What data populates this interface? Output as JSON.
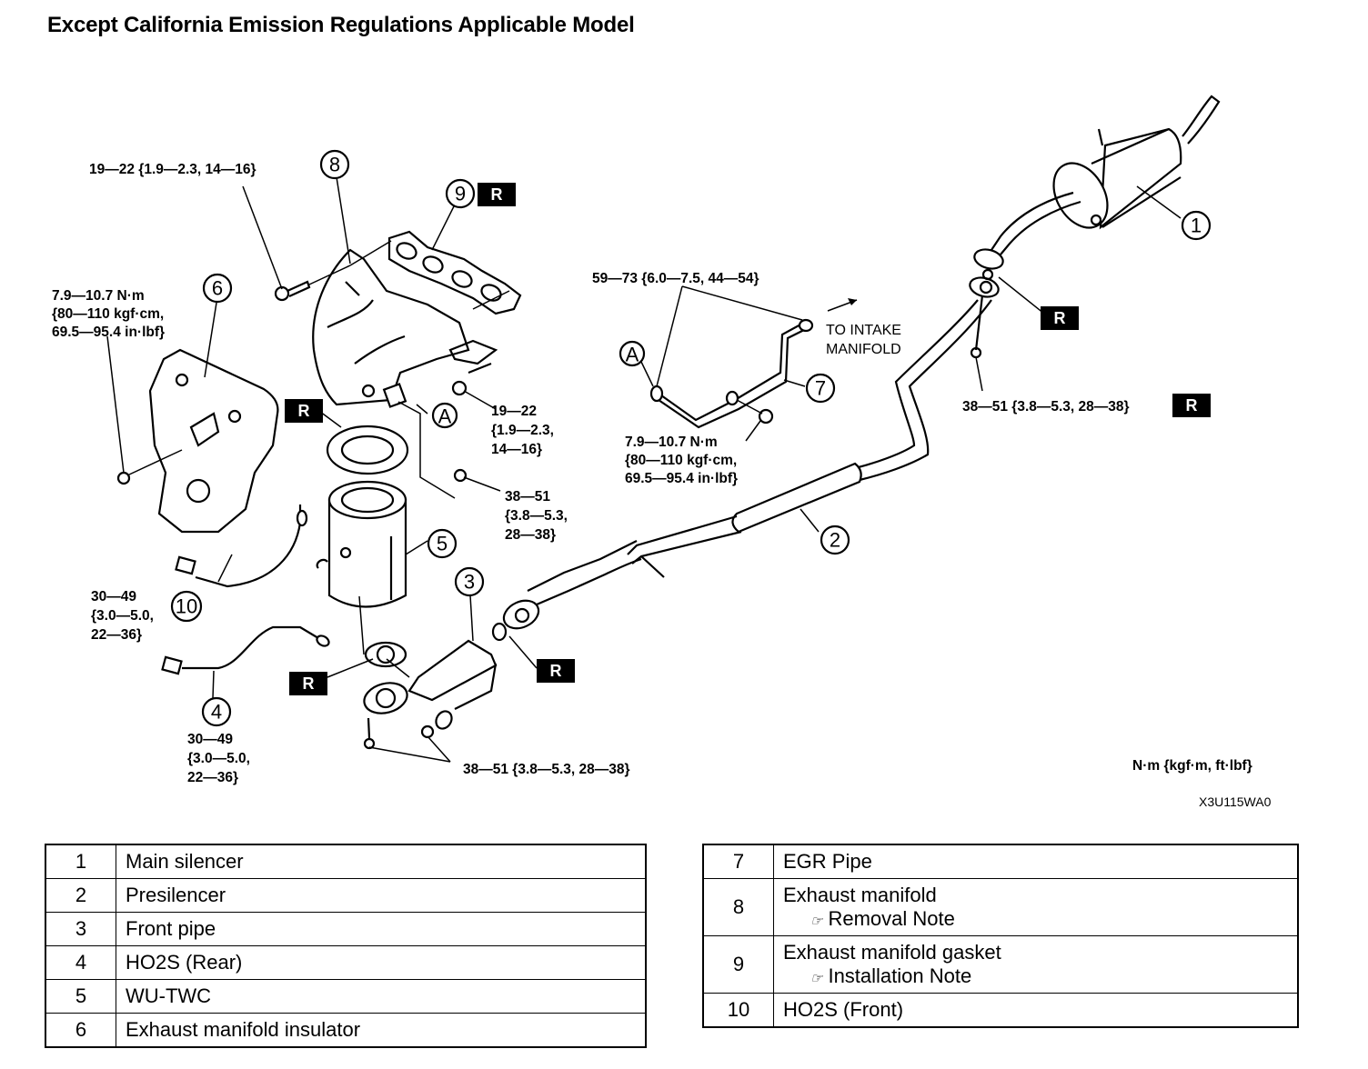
{
  "title": "Except California Emission Regulations Applicable Model",
  "callouts": {
    "torque_manifold_bolt": "19—22 {1.9—2.3, 14—16}",
    "torque_insulator_line1": "7.9—10.7 N·m",
    "torque_insulator_line2": "{80—110 kgf·cm,",
    "torque_insulator_line3": "69.5—95.4 in·lbf}",
    "torque_egr_fittings": "59—73 {6.0—7.5, 44—54}",
    "to_intake_line1": "TO INTAKE",
    "to_intake_line2": "MANIFOLD",
    "torque_egr_bracket_line1": "7.9—10.7 N·m",
    "torque_egr_bracket_line2": "{80—110 kgf·cm,",
    "torque_egr_bracket_line3": "69.5—95.4 in·lbf}",
    "torque_stay_line1": "19—22",
    "torque_stay_line2": "{1.9—2.3,",
    "torque_stay_line3": "14—16}",
    "torque_twc_nut_line1": "38—51",
    "torque_twc_nut_line2": "{3.8—5.3,",
    "torque_twc_nut_line3": "28—38}",
    "torque_ho2s_front_line1": "30—49",
    "torque_ho2s_front_line2": "{3.0—5.0,",
    "torque_ho2s_front_line3": "22—36}",
    "torque_ho2s_rear_line1": "30—49",
    "torque_ho2s_rear_line2": "{3.0—5.0,",
    "torque_ho2s_rear_line3": "22—36}",
    "torque_front_pipe_nuts": "38—51 {3.8—5.3, 28—38}",
    "torque_silencer_nut": "38—51 {3.8—5.3, 28—38}",
    "marker_a": "A",
    "replace_badge": "R",
    "units_legend": "N·m {kgf·m, ft·lbf}",
    "figure_code": "X3U115WA0"
  },
  "part_numbers": [
    "1",
    "2",
    "3",
    "4",
    "5",
    "6",
    "7",
    "8",
    "9",
    "10"
  ],
  "parts_table_left": [
    {
      "num": "1",
      "name": "Main silencer"
    },
    {
      "num": "2",
      "name": "Presilencer"
    },
    {
      "num": "3",
      "name": "Front pipe"
    },
    {
      "num": "4",
      "name": "HO2S (Rear)"
    },
    {
      "num": "5",
      "name": "WU-TWC"
    },
    {
      "num": "6",
      "name": "Exhaust manifold insulator"
    }
  ],
  "parts_table_right": [
    {
      "num": "7",
      "name": "EGR Pipe"
    },
    {
      "num": "8",
      "name": "Exhaust manifold",
      "note": "Removal Note"
    },
    {
      "num": "9",
      "name": "Exhaust manifold gasket",
      "note": "Installation Note"
    },
    {
      "num": "10",
      "name": "HO2S (Front)"
    }
  ],
  "icons": {
    "reference_icon": "☞"
  }
}
